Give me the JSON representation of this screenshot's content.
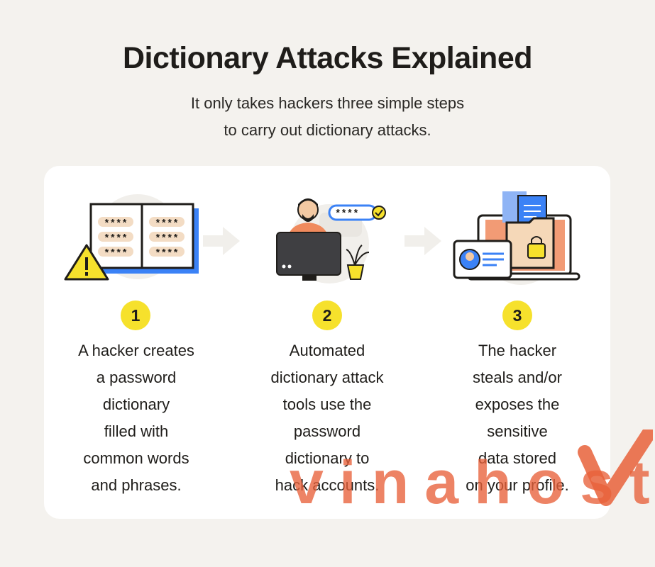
{
  "title": "Dictionary Attacks Explained",
  "subtitle_line1": "It only takes hackers three simple steps",
  "subtitle_line2": "to carry out dictionary attacks.",
  "colors": {
    "background": "#f4f2ee",
    "card": "#ffffff",
    "badge": "#f6e12c",
    "accent_blue": "#3b82f6",
    "accent_orange": "#f08a5d",
    "watermark": "#e8613a"
  },
  "password_mask": "****",
  "steps": [
    {
      "number": "1",
      "icon": "password-book-warning-icon",
      "lines": [
        "A hacker creates",
        "a password",
        "dictionary",
        "filled with",
        "common words",
        "and phrases."
      ]
    },
    {
      "number": "2",
      "icon": "hacker-computer-icon",
      "lines": [
        "Automated",
        "dictionary attack",
        "tools use the",
        "password",
        "dictionary to",
        "hack accounts."
      ]
    },
    {
      "number": "3",
      "icon": "stolen-profile-data-icon",
      "lines": [
        "The hacker",
        "steals and/or",
        "exposes the",
        "sensitive",
        "data stored",
        "on your profile."
      ]
    }
  ],
  "watermark": "vinahost."
}
